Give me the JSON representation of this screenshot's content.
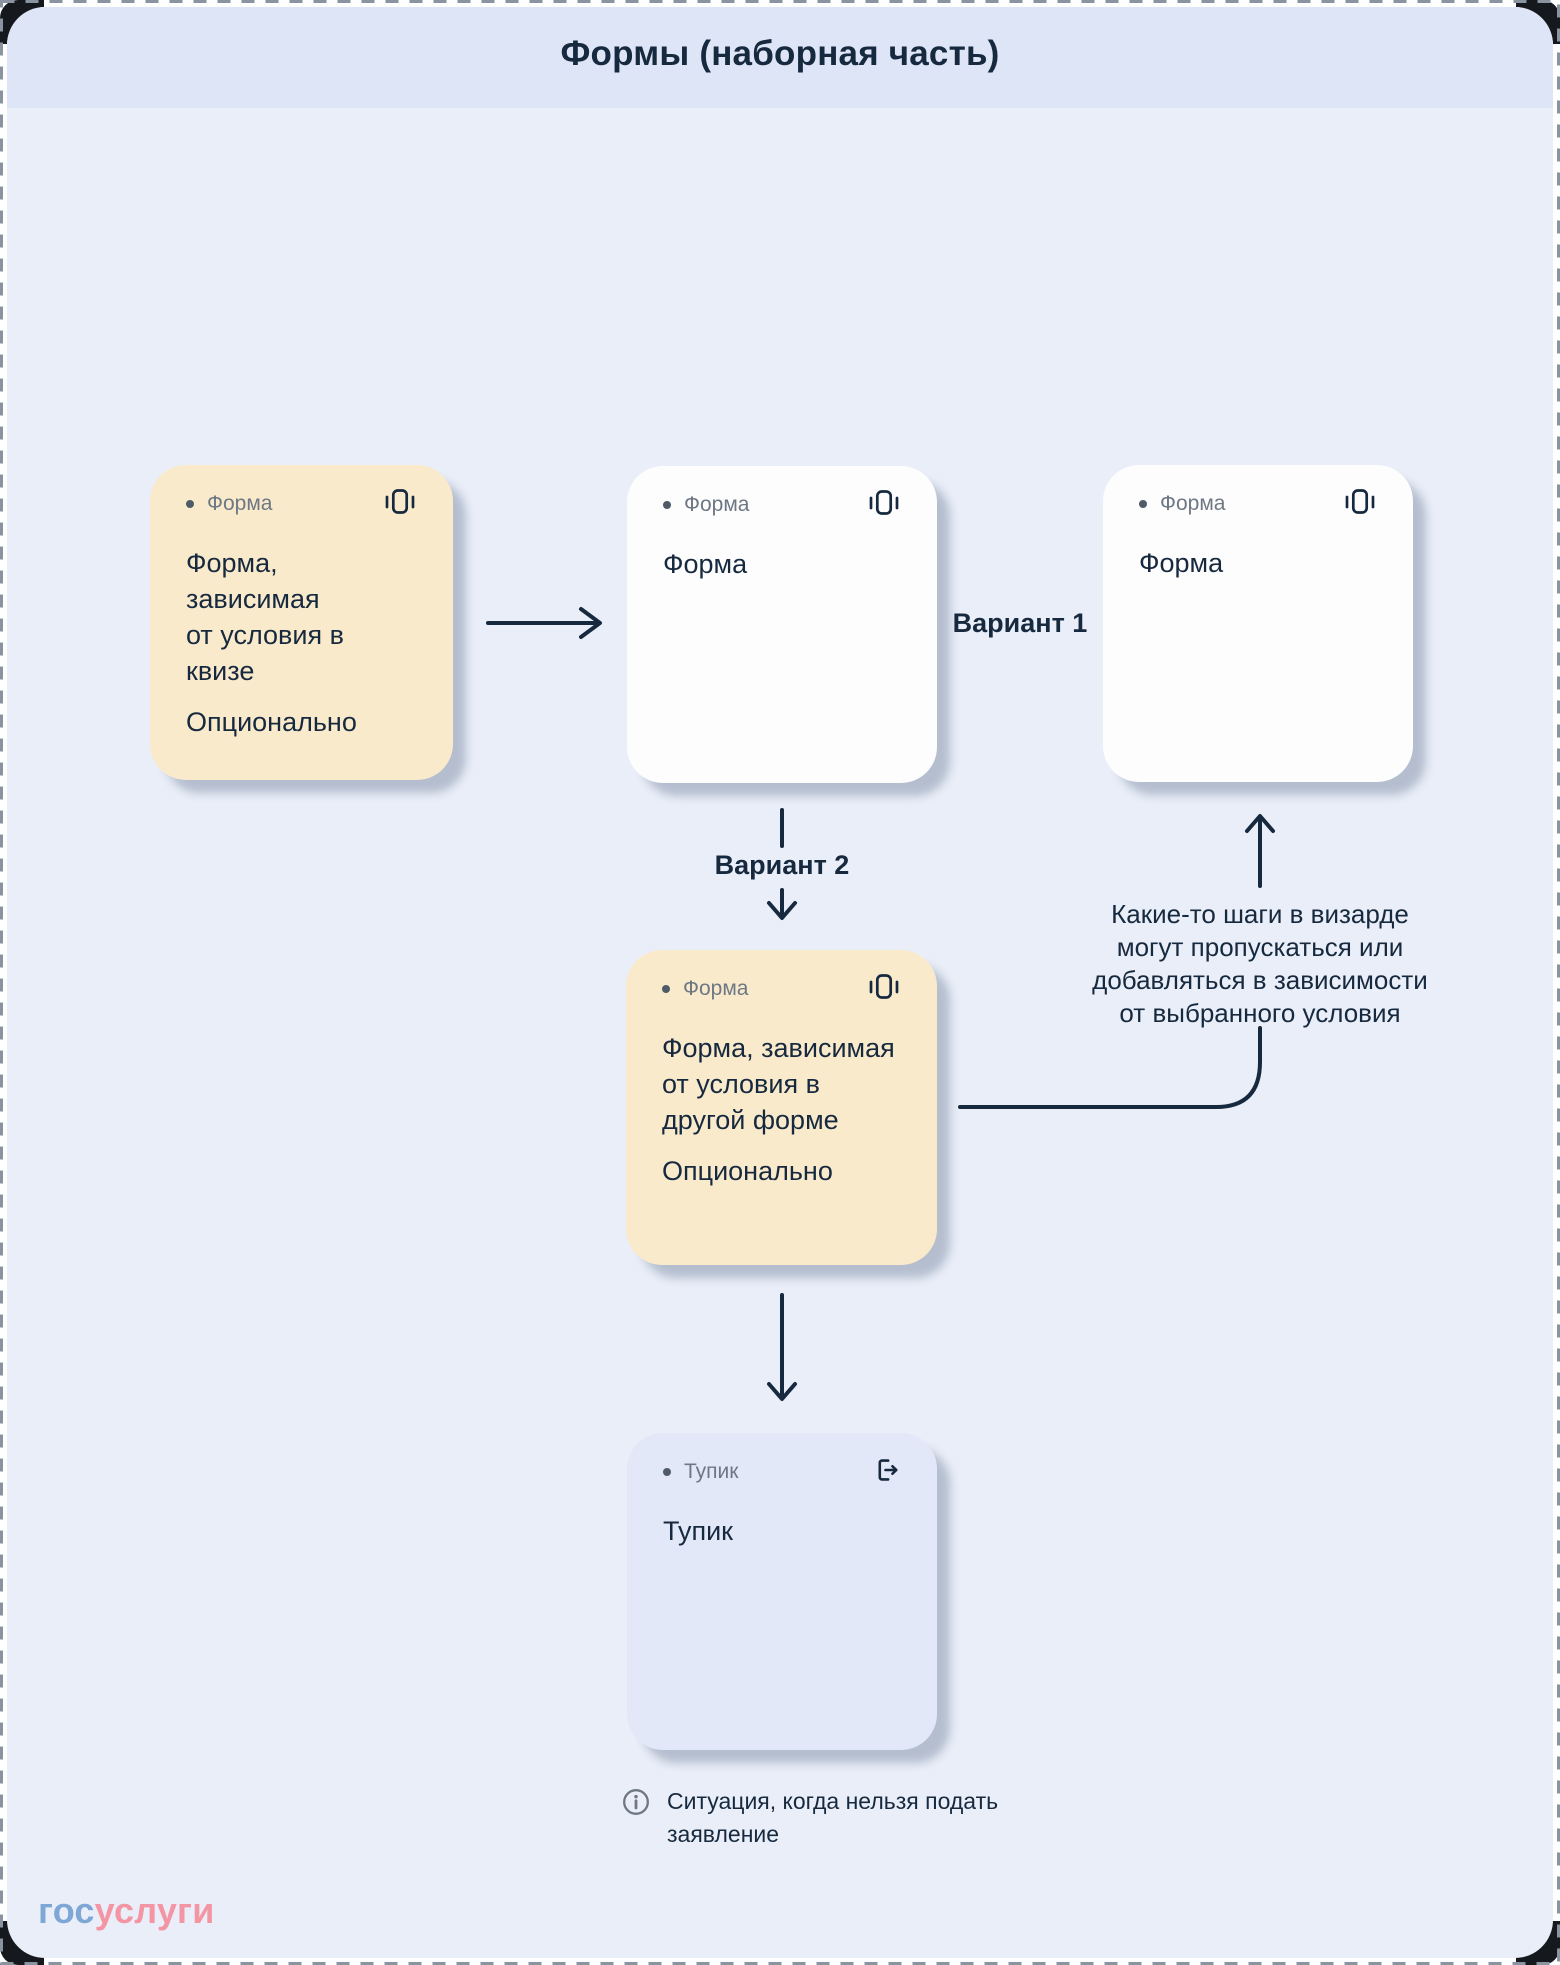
{
  "page": {
    "title": "Формы (наборная часть)"
  },
  "cards": {
    "quiz": {
      "label": "Форма",
      "body": [
        "Форма, зависимая",
        "от условия в квизе"
      ],
      "optional": "Опционально"
    },
    "main": {
      "label": "Форма",
      "body": [
        "Форма"
      ]
    },
    "variant1_target": {
      "label": "Форма",
      "body": [
        "Форма"
      ]
    },
    "other": {
      "label": "Форма",
      "body": [
        "Форма, зависимая",
        "от условия в другой форме"
      ],
      "optional": "Опционально"
    },
    "deadend": {
      "label": "Тупик",
      "body": [
        "Тупик"
      ]
    }
  },
  "connectors": {
    "variant1": "Вариант 1",
    "variant2": "Вариант 2"
  },
  "annotation": {
    "line1": "Какие-то шаги в визарде",
    "line2": "могут пропускаться или",
    "line3": "добавляться в зависимости",
    "line4": "от выбранного условия"
  },
  "footnote": {
    "line1": "Ситуация, когда нельзя подать",
    "line2": "заявление"
  },
  "logo": {
    "part1": "гос",
    "part2": "услуги"
  },
  "colors": {
    "accent_navy": "#16293E",
    "card_orange": "#FAEACC",
    "card_white": "#FDFDFE",
    "card_lavender": "#E2E8F7",
    "background": "#E9EEF8",
    "header_background": "#DEE5F6",
    "label_gray": "#6D7884",
    "logo_blue": "#7FA7D6",
    "logo_pink": "#F495A4"
  }
}
